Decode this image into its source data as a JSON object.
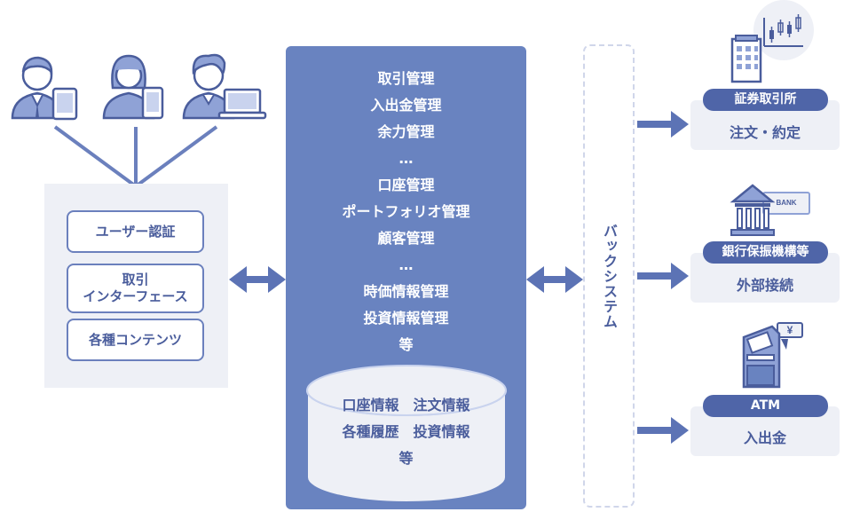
{
  "left_panel": {
    "items": [
      {
        "label": "ユーザー認証"
      },
      {
        "line1": "取引",
        "line2": "インターフェース"
      },
      {
        "label": "各種コンテンツ"
      }
    ]
  },
  "center": {
    "items": [
      "取引管理",
      "入出金管理",
      "余力管理",
      "…",
      "口座管理",
      "ポートフォリオ管理",
      "顧客管理",
      "…",
      "時価情報管理",
      "投資情報管理",
      "等"
    ],
    "db": {
      "line1": "口座情報　注文情報",
      "line2": "各種履歴　投資情報",
      "line3": "等"
    }
  },
  "back_system": {
    "label": "バックシステム"
  },
  "right": [
    {
      "title": "証券取引所",
      "subtitle": "注文・約定"
    },
    {
      "title": "銀行保振機構等",
      "subtitle": "外部接続"
    },
    {
      "title": "ATM",
      "subtitle": "入出金"
    }
  ],
  "icons": {
    "bank_sign": "BANK",
    "yen_sign": "¥"
  },
  "colors": {
    "primary": "#6983c0",
    "dark": "#4f65a8",
    "panel": "#eef0f6",
    "line": "#6b80bd"
  }
}
